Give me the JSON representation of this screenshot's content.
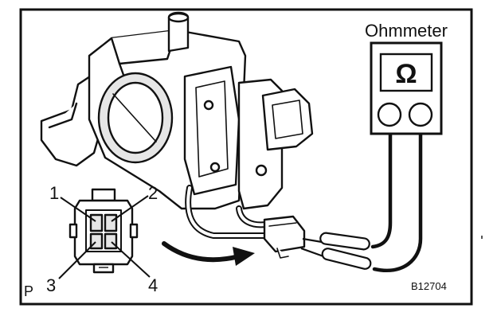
{
  "instrument": {
    "title": "Ohmmeter",
    "symbol": "Ω"
  },
  "connector": {
    "pins": [
      "1",
      "2",
      "3",
      "4"
    ]
  },
  "corner_label": "P",
  "figure_code": "B12704",
  "colors": {
    "line": "#111111",
    "fill": "#ffffff",
    "shade": "#e6e6e6"
  }
}
